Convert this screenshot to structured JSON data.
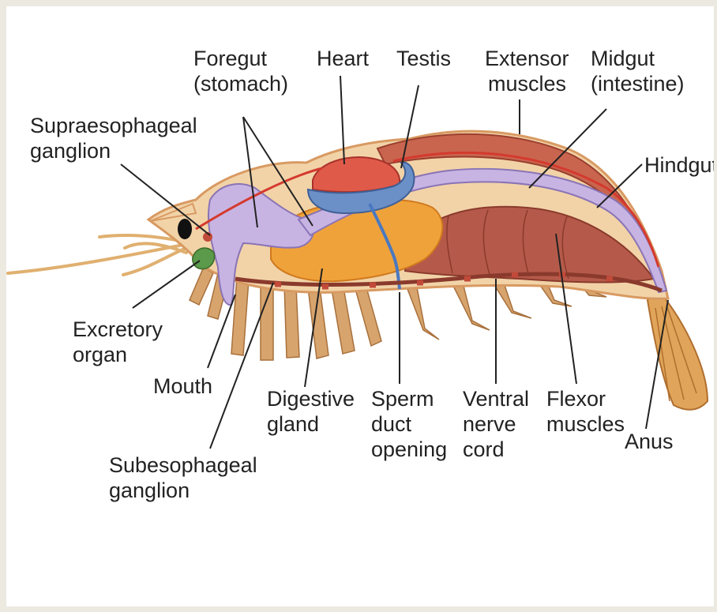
{
  "labels": {
    "foregut": [
      "Foregut",
      "(stomach)"
    ],
    "heart": "Heart",
    "testis": "Testis",
    "extensor_muscles": [
      "Extensor",
      "muscles"
    ],
    "midgut": [
      "Midgut",
      "(intestine)"
    ],
    "supraesophageal_ganglion": [
      "Supraesophageal",
      "ganglion"
    ],
    "hindgut": "Hindgut",
    "excretory_organ": [
      "Excretory",
      "organ"
    ],
    "mouth": "Mouth",
    "digestive_gland": [
      "Digestive",
      "gland"
    ],
    "sperm_duct_opening": [
      "Sperm",
      "duct",
      "opening"
    ],
    "ventral_nerve_cord": [
      "Ventral",
      "nerve",
      "cord"
    ],
    "flexor_muscles": [
      "Flexor",
      "muscles"
    ],
    "anus": "Anus",
    "subesophageal_ganglion": [
      "Subesophageal",
      "ganglion"
    ]
  },
  "colors": {
    "body": "#f2d3a8",
    "body_outline": "#d89a62",
    "heart": "#e05a4a",
    "testis": "#6b8fc7",
    "gut": "#c7b4e3",
    "digestive_gland": "#f0a23a",
    "muscle": "#b55a4a",
    "tail": "#e0a55a",
    "excretory_organ": "#5a9a4a"
  }
}
